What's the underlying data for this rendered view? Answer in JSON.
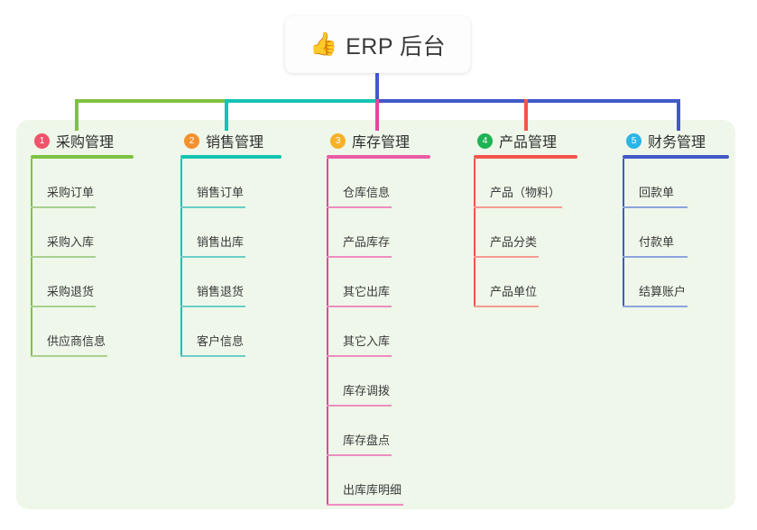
{
  "diagram": {
    "type": "mindmap-tree",
    "root": {
      "icon": "thumbs-up-icon",
      "emoji": "👍",
      "label": "ERP 后台"
    },
    "panel_color": "#eef7e9",
    "branches": [
      {
        "number": "1",
        "title": "采购管理",
        "badge_color": "#f0536a",
        "rule_color": "#7fc241",
        "line_color": "#7fc241",
        "item_rule_color": "#a9cf8e",
        "items": [
          "采购订单",
          "采购入库",
          "采购退货",
          "供应商信息"
        ]
      },
      {
        "number": "2",
        "title": "销售管理",
        "badge_color": "#f5902f",
        "rule_color": "#14c3b2",
        "line_color": "#14c3b2",
        "item_rule_color": "#69cfc6",
        "items": [
          "销售订单",
          "销售出库",
          "销售退货",
          "客户信息"
        ]
      },
      {
        "number": "3",
        "title": "库存管理",
        "badge_color": "#f8b127",
        "rule_color": "#ea5ba8",
        "line_color": "#e3469a",
        "item_rule_color": "#ef8cc0",
        "items": [
          "仓库信息",
          "产品库存",
          "其它出库",
          "其它入库",
          "库存调拨",
          "库存盘点",
          "出库库明细"
        ]
      },
      {
        "number": "4",
        "title": "产品管理",
        "badge_color": "#1fb254",
        "rule_color": "#f4544a",
        "line_color": "#f4544a",
        "item_rule_color": "#f59b93",
        "items": [
          "产品（物料）",
          "产品分类",
          "产品单位"
        ]
      },
      {
        "number": "5",
        "title": "财务管理",
        "badge_color": "#29b6e8",
        "rule_color": "#4159c8",
        "line_color": "#4159c8",
        "item_rule_color": "#8fa3dd",
        "items": [
          "回款单",
          "付款单",
          "结算账户"
        ]
      }
    ],
    "connector": {
      "stem_color": "#4159c8",
      "segments": [
        {
          "color": "#7fc241"
        },
        {
          "color": "#14c3b2"
        },
        {
          "color": "#4159c8"
        }
      ]
    }
  }
}
